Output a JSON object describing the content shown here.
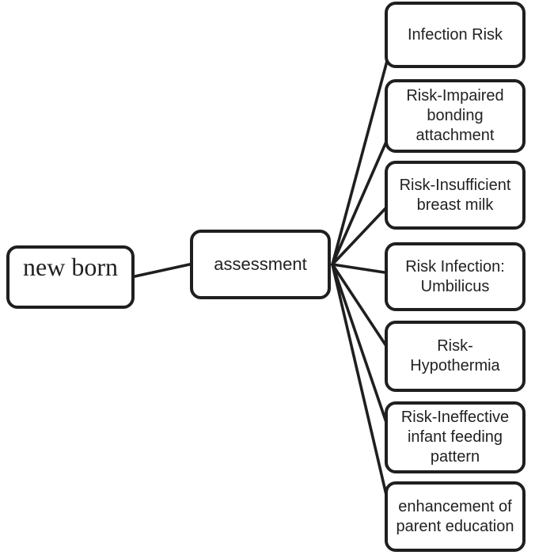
{
  "diagram": {
    "root": {
      "label": "new born"
    },
    "assessment": {
      "label": "assessment"
    },
    "outcomes": [
      {
        "label": "Infection Risk"
      },
      {
        "label": "Risk-Impaired\nbonding\nattachment"
      },
      {
        "label": "Risk-Insufficient\nbreast milk"
      },
      {
        "label": "Risk Infection:\nUmbilicus"
      },
      {
        "label": "Risk-Hypothermia"
      },
      {
        "label": "Risk-Ineffective\ninfant feeding\npattern"
      },
      {
        "label": "enhancement of\nparent education"
      }
    ],
    "colors": {
      "stroke": "#1f1f1f",
      "text": "#222222",
      "background": "#ffffff"
    }
  }
}
